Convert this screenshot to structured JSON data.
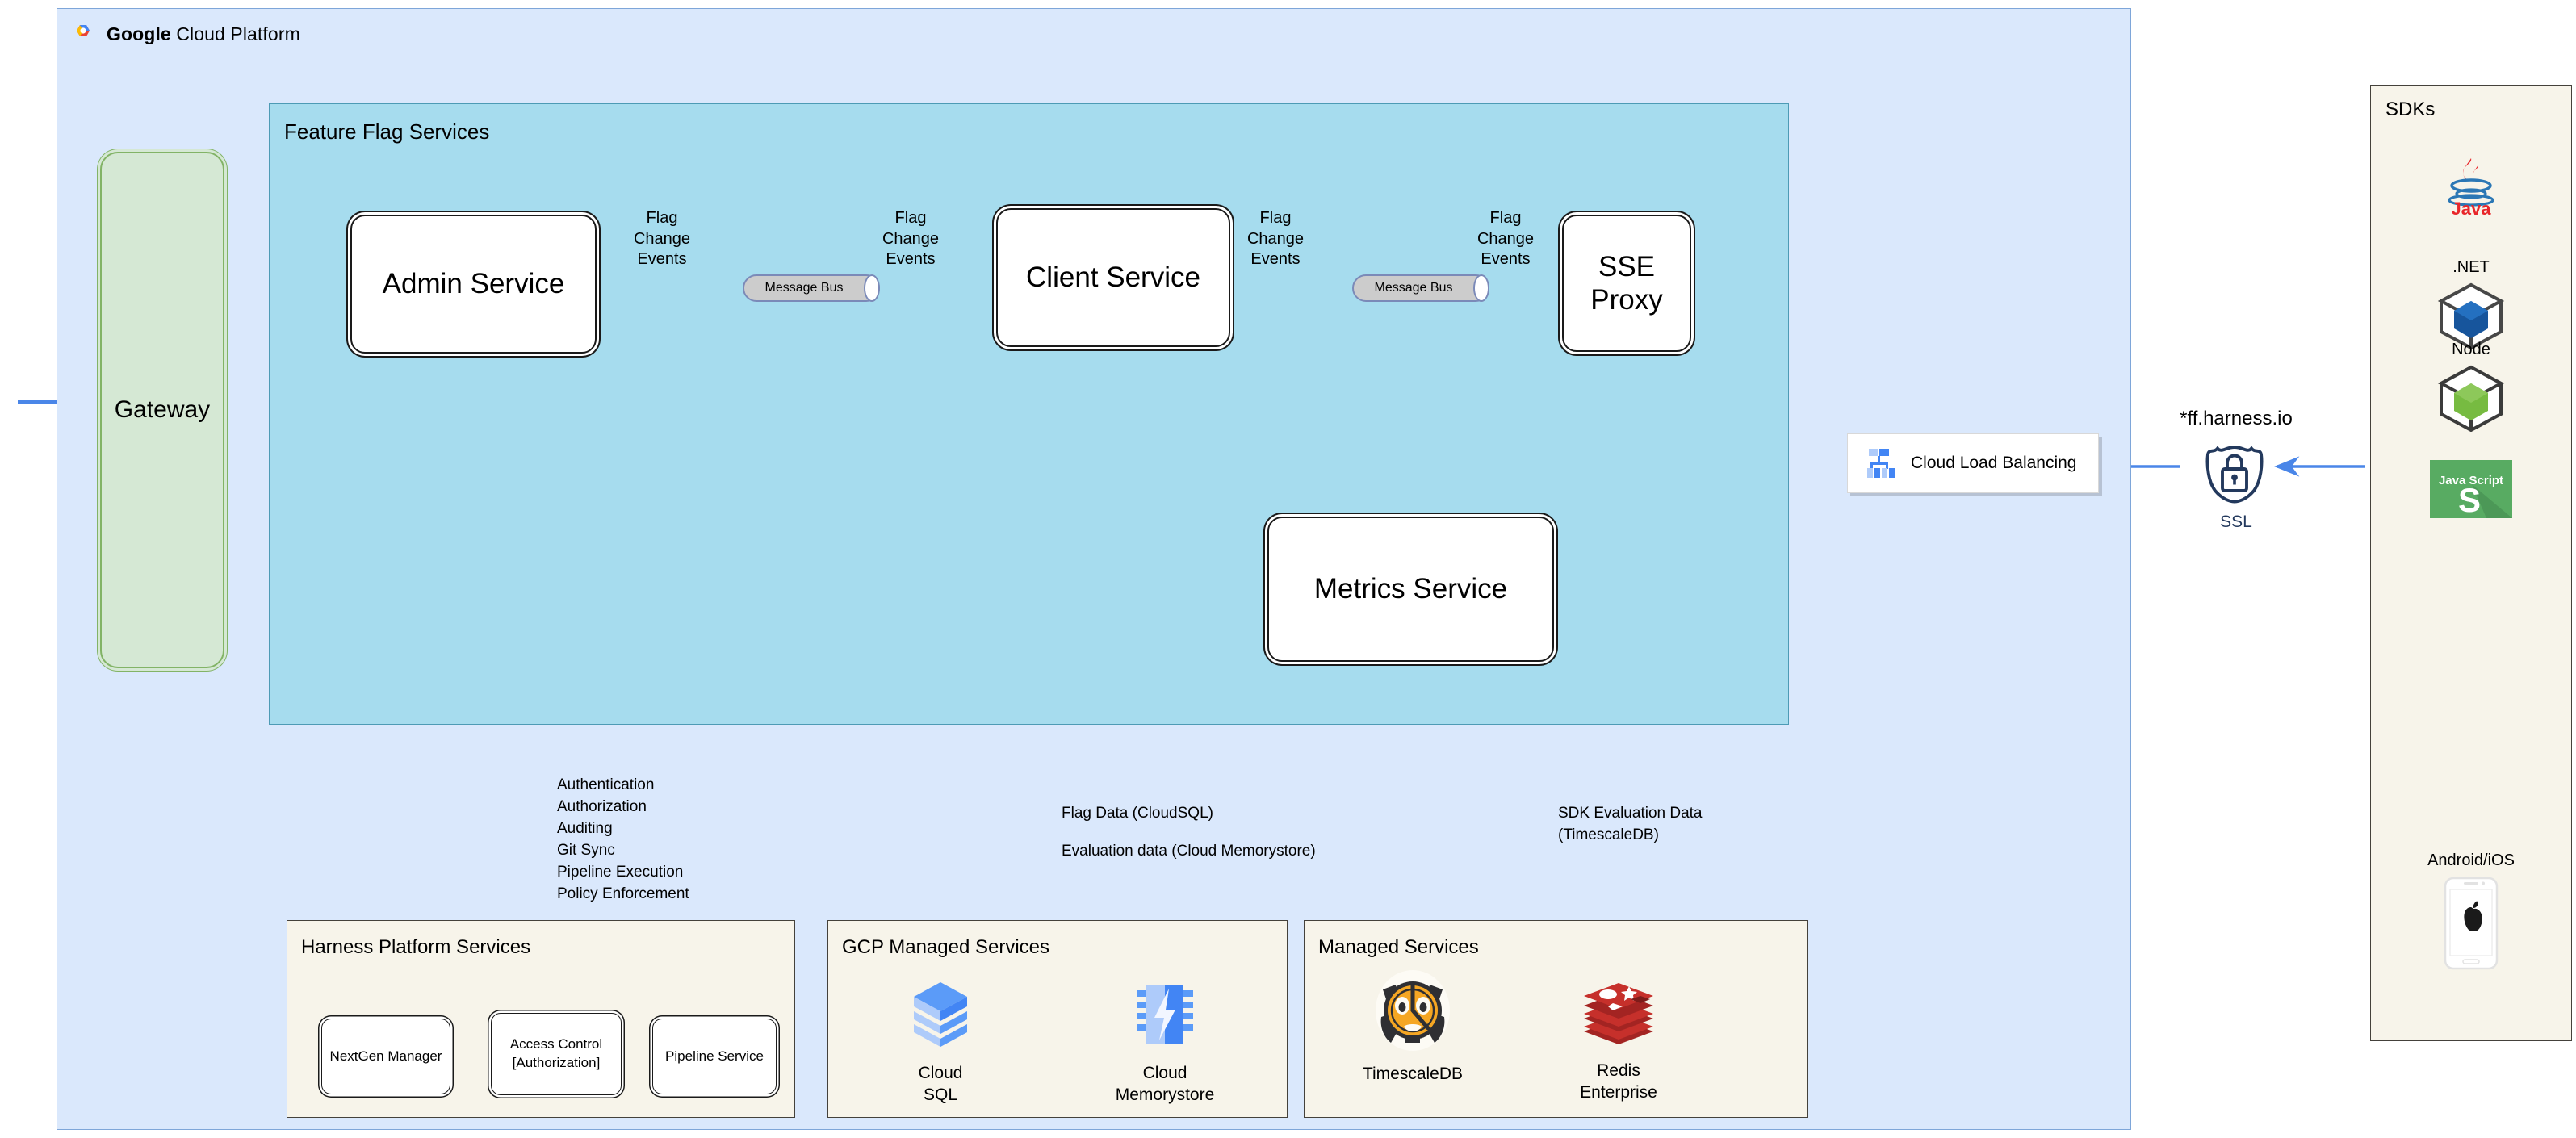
{
  "gcp": {
    "title_bold": "Google",
    "title_rest": " Cloud Platform",
    "logo_icon": "google-cloud-logo-icon"
  },
  "feature_flag_services": {
    "title": "Feature Flag Services",
    "services": [
      {
        "name": "admin-service",
        "label": "Admin Service"
      },
      {
        "name": "client-service",
        "label": "Client Service"
      },
      {
        "name": "sse-proxy",
        "label": "SSE\nProxy"
      },
      {
        "name": "metrics-service",
        "label": "Metrics Service"
      }
    ],
    "message_buses": [
      {
        "label": "Message Bus"
      },
      {
        "label": "Message Bus"
      }
    ],
    "edge_labels": [
      "Flag\nChange\nEvents",
      "Flag\nChange\nEvents",
      "Flag\nChange\nEvents",
      "Flag\nChange\nEvents"
    ]
  },
  "gateway": {
    "label": "Gateway"
  },
  "load_balancer": {
    "label": "Cloud Load Balancing",
    "icon": "cloud-load-balancing-icon"
  },
  "edge": {
    "domain": "*ff.harness.io",
    "ssl_label": "SSL",
    "ssl_icon": "ssl-shield-lock-icon"
  },
  "sdks": {
    "title": "SDKs",
    "items": [
      {
        "label": "Java",
        "icon": "java-logo-icon",
        "label_position": "below"
      },
      {
        "label": ".NET",
        "icon": "dotnet-cube-icon",
        "label_position": "above"
      },
      {
        "label": "Node",
        "icon": "node-cube-icon",
        "label_position": "above"
      },
      {
        "label": "",
        "icon": "javascript-logo-icon",
        "label_position": "none"
      },
      {
        "label": "Android/iOS",
        "icon": "phone-apple-icon",
        "label_position": "above"
      }
    ]
  },
  "annotations": {
    "harness_capabilities": [
      "Authentication",
      "Authorization",
      "Auditing",
      "Git Sync",
      "Pipeline Execution",
      "Policy Enforcement"
    ],
    "flag_data": "Flag Data (CloudSQL)",
    "evaluation_data": "Evaluation data (Cloud Memorystore)",
    "sdk_evaluation_data": "SDK Evaluation Data\n(TimescaleDB)"
  },
  "bottom_panels": [
    {
      "title": "Harness Platform Services",
      "items": [
        {
          "label": "NextGen Manager"
        },
        {
          "label": "Access Control\n[Authorization]"
        },
        {
          "label": "Pipeline Service"
        }
      ]
    },
    {
      "title": "GCP Managed Services",
      "items": [
        {
          "label": "Cloud\nSQL",
          "icon": "cloud-sql-icon"
        },
        {
          "label": "Cloud\nMemorystore",
          "icon": "cloud-memorystore-icon"
        }
      ]
    },
    {
      "title": "Managed Services",
      "items": [
        {
          "label": "TimescaleDB",
          "icon": "timescaledb-tiger-icon"
        },
        {
          "label": "Redis\nEnterprise",
          "icon": "redis-icon"
        }
      ]
    }
  ],
  "colors": {
    "gcp_panel": "#dae8fc",
    "ffs_panel": "#a6dcee",
    "panel_cream": "#f7f4ea",
    "gateway_green": "#d5e8d4",
    "arrow_blue": "#4a86e8",
    "bus_gray": "#cccccc"
  }
}
